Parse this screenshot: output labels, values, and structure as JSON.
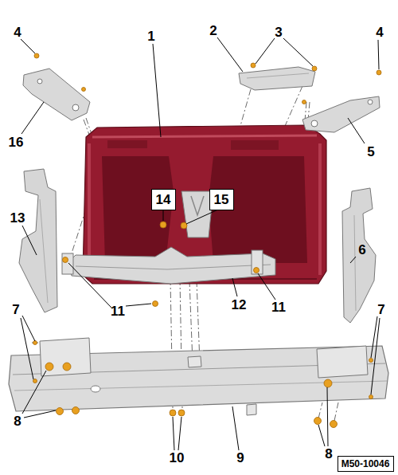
{
  "diagram": {
    "nodes": [
      {
        "text": [
          "14"
        ]
      },
      {
        "text": [
          "15"
        ]
      },
      {
        "text": [
          "M50-10046"
        ]
      }
    ],
    "labels": [
      "4",
      "1",
      "2",
      "3",
      "4",
      "16",
      "5",
      "13",
      "6",
      "11",
      "12",
      "11",
      "7",
      "7",
      "8",
      "8",
      "10",
      "9"
    ]
  }
}
